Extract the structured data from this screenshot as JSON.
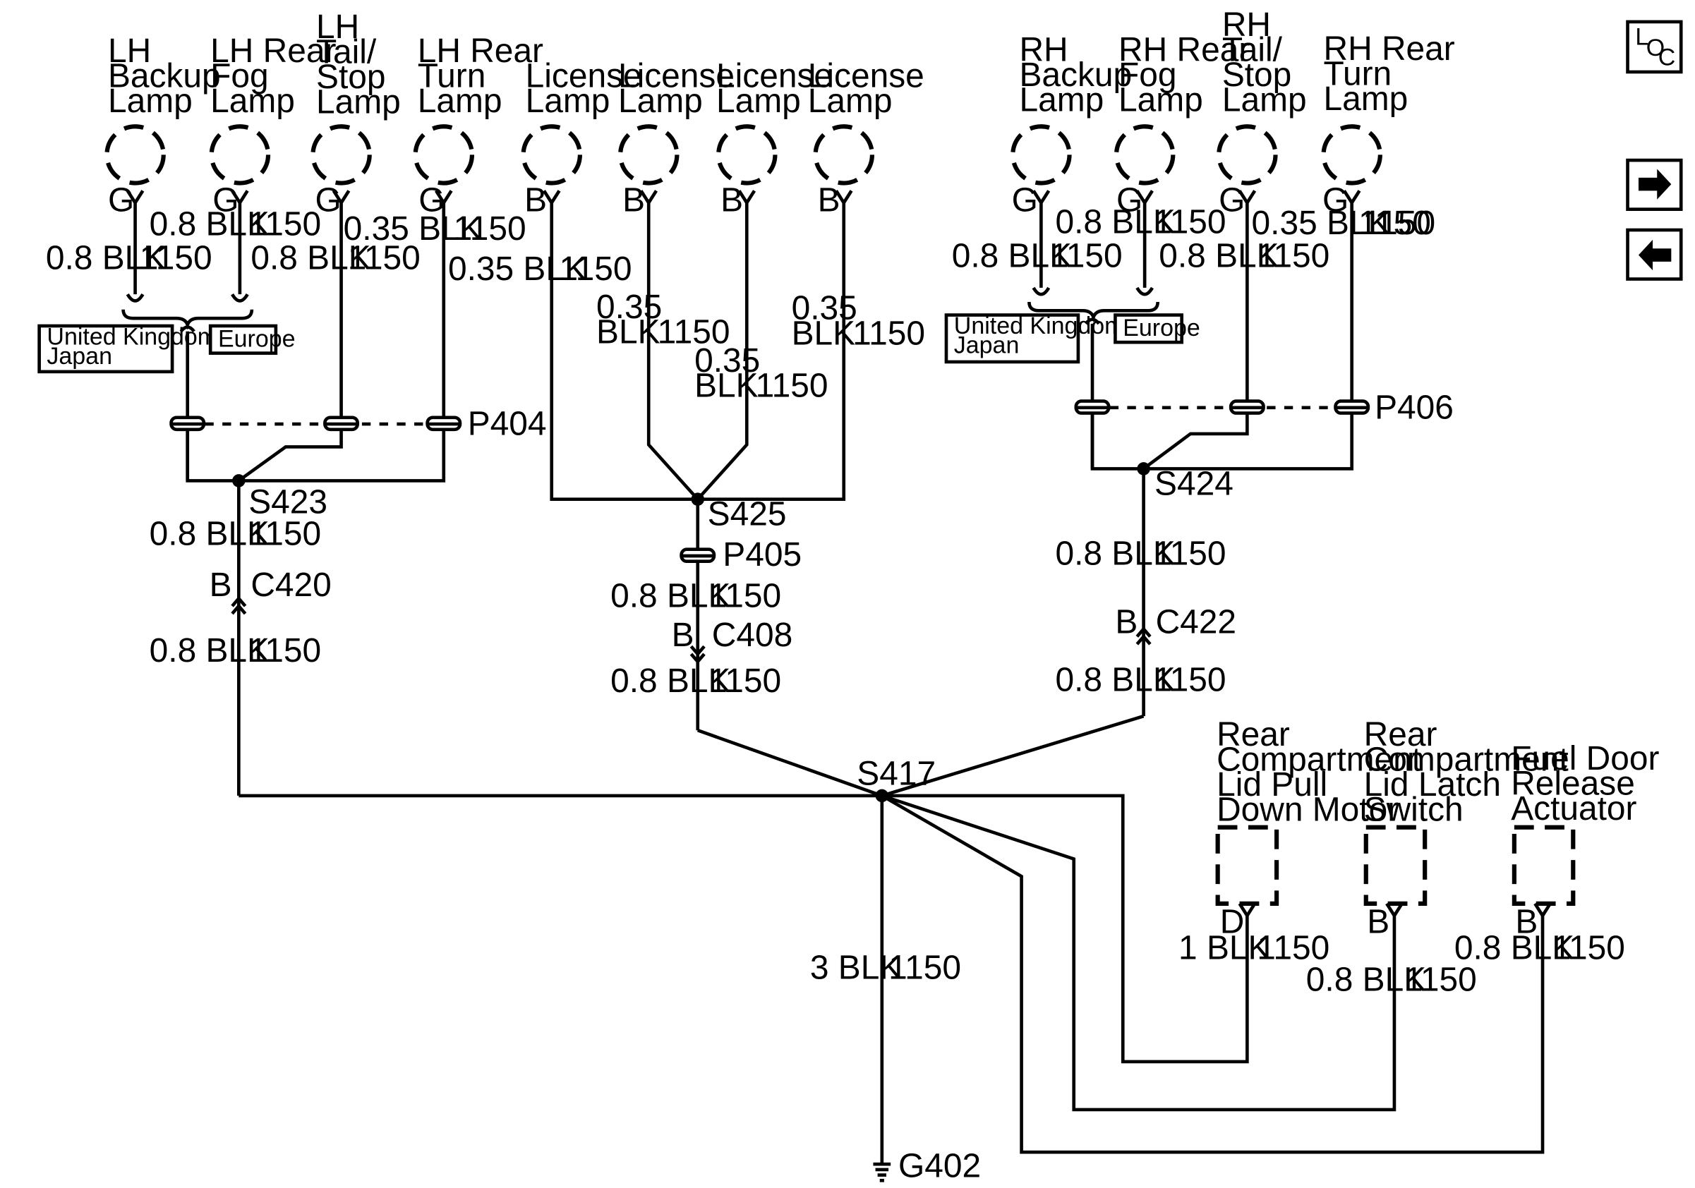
{
  "components": {
    "lh_backup": "LH|Backup|Lamp",
    "lh_fog": "LH Rear|Fog|Lamp",
    "lh_tail": "LH|Tail/|Stop|Lamp",
    "lh_turn": "LH Rear|Turn|Lamp",
    "lic1": "License|Lamp",
    "lic2": "License|Lamp",
    "lic3": "License|Lamp",
    "lic4": "License|Lamp",
    "rh_backup": "RH|Backup|Lamp",
    "rh_fog": "RH Rear|Fog|Lamp",
    "rh_tail": "RH|Tail/|Stop|Lamp",
    "rh_turn": "RH Rear|Turn|Lamp",
    "lid_motor": "Rear|Compartment|Lid Pull|Down Motor",
    "lid_switch": "Rear|Compartment|Lid Latch|Switch",
    "fuel_door": "Fuel Door|Release|Actuator"
  },
  "pins": {
    "lh_backup": "G",
    "lh_fog": "G",
    "lh_tail": "G",
    "lh_turn": "G",
    "lic1": "B",
    "lic2": "B",
    "lic3": "B",
    "lic4": "B",
    "rh_backup": "G",
    "rh_fog": "G",
    "rh_tail": "G",
    "rh_turn": "G",
    "lid_motor": "D",
    "lid_switch": "B",
    "fuel_door": "B",
    "c420": "B",
    "c408": "B",
    "c422": "B"
  },
  "wires": {
    "lh_fog": "0.8 BLK|1150",
    "lh_backup": "0.8 BLK|1150",
    "lh_tail_a": "0.35 BLK|1150",
    "lh_tail_b": "0.8 BLK|1150",
    "lh_turn": "0.35 BLK|1150",
    "lic2": "0.35|BLK|1150",
    "lic3": "0.35|BLK|1150",
    "lic4": "0.35|BLK|1150",
    "rh_fog": "0.8 BLK|1150",
    "rh_backup": "0.8 BLK|1150",
    "rh_tail_a": "0.35 BLK|1150",
    "rh_tail_b": "0.8 BLK|1150",
    "rh_turn": "1150",
    "s423_down": "0.8 BLK|1150",
    "c420_below": "0.8 BLK|1150",
    "p405_below": "0.8 BLK|1150",
    "c408_below": "0.8 BLK|1150",
    "s424_down": "0.8 BLK|1150",
    "c422_below": "0.8 BLK|1150",
    "ground": "3 BLK|1150",
    "lid_motor": "1 BLK|1150",
    "lid_switch": "0.8 BLK|1150",
    "fuel_door": "0.8 BLK|1150"
  },
  "options": {
    "uk_japan": "United Kingdom/|Japan",
    "europe": "Europe"
  },
  "connectors": {
    "p404": "P404",
    "p405": "P405",
    "p406": "P406",
    "c420": "C420",
    "c408": "C408",
    "c422": "C422"
  },
  "splices": {
    "s423": "S423",
    "s425": "S425",
    "s424": "S424",
    "s417": "S417"
  },
  "ground": "G402",
  "nav": {
    "loc_l": "L",
    "loc_o": "O",
    "loc_c": "C",
    "next_icon": "arrow-right-icon",
    "prev_icon": "arrow-left-icon"
  }
}
